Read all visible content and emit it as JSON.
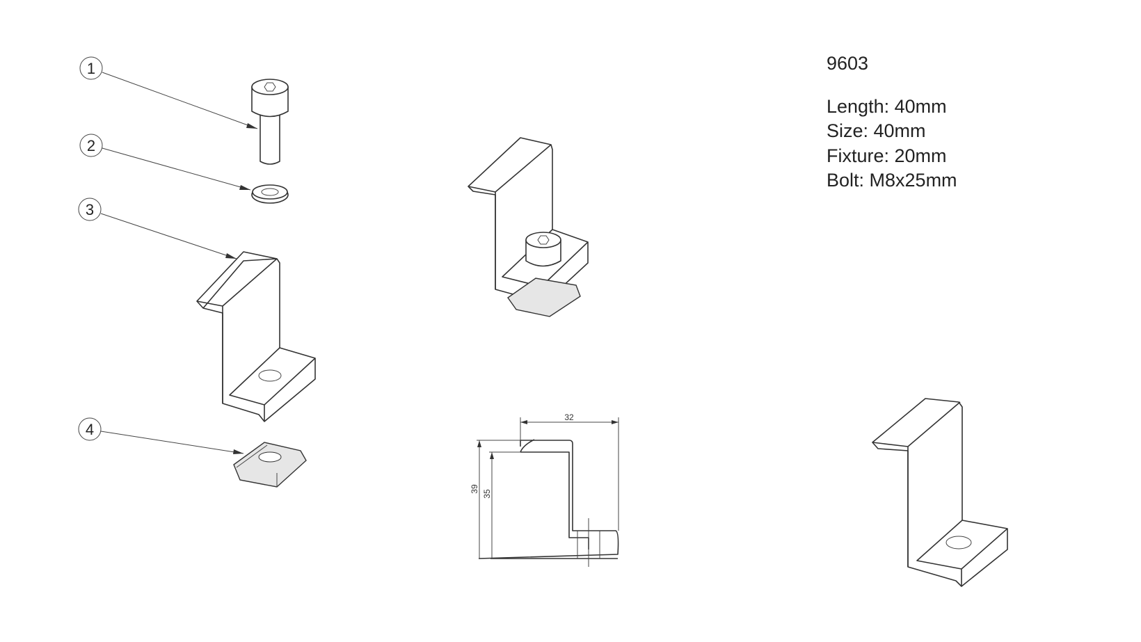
{
  "product": {
    "code": "9603",
    "specs": [
      {
        "label": "Length",
        "value": "40mm",
        "text": "Length: 40mm"
      },
      {
        "label": "Size",
        "value": "40mm",
        "text": "Size: 40mm"
      },
      {
        "label": "Fixture",
        "value": "20mm",
        "text": "Fixture: 20mm"
      },
      {
        "label": "Bolt",
        "value": "M8x25mm",
        "text": "Bolt: M8x25mm"
      }
    ]
  },
  "callouts": [
    "1",
    "2",
    "3",
    "4"
  ],
  "dimensions": {
    "width": "32",
    "height_outer": "39",
    "height_inner": "35"
  }
}
